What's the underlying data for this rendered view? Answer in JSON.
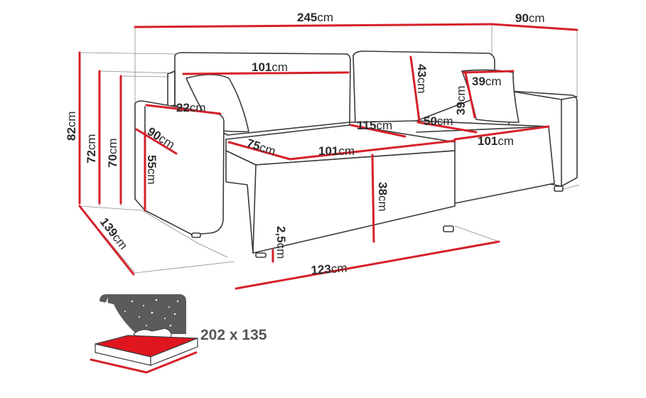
{
  "unit": "cm",
  "bed_size": "202 x 135",
  "dimensions": {
    "total_width": "245",
    "total_depth": "90",
    "back_width": "101",
    "back_height_right": "43",
    "pillow_width": "39",
    "pillow_height": "39",
    "armrest_width": "22",
    "armrest_depth": "90",
    "right_seat_depth": "115",
    "right_seat_width": "50",
    "right_seat_length": "101",
    "ottoman_depth": "75",
    "ottoman_width": "101",
    "total_height": "82",
    "armrest_height": "72",
    "back_height": "70",
    "seat_height": "55",
    "ottoman_height": "38",
    "leg_height": "2,5",
    "ottoman_length": "123",
    "chaise_depth": "139"
  },
  "colors": {
    "dimension_line": "#d6202a",
    "outline": "#3a3a3a",
    "text": "#2b2b2b",
    "bed_icon_dark": "#5b5b5b",
    "bed_icon_red": "#e0161f"
  }
}
